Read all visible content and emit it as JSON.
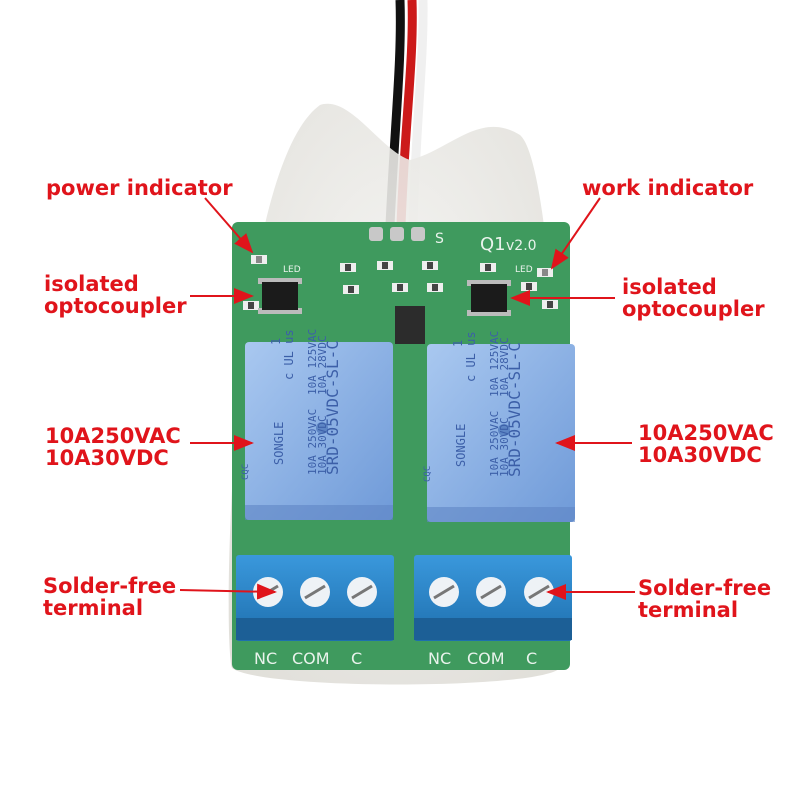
{
  "labels": {
    "power_indicator": "power indicator",
    "work_indicator": "work indicator",
    "optocoupler_left": [
      "isolated",
      "optocoupler"
    ],
    "optocoupler_right": [
      "isolated",
      "optocoupler"
    ],
    "rating_left": [
      "10A250VAC",
      "10A30VDC"
    ],
    "rating_right": [
      "10A250VAC",
      "10A30VDC"
    ],
    "terminal_left": [
      "Solder-free",
      "terminal"
    ],
    "terminal_right": [
      "Solder-free",
      "terminal"
    ]
  },
  "board": {
    "model": "Q1",
    "version": "v2.0",
    "silk_s": "S",
    "silk_led": "LED",
    "terminal_marks": [
      "NC",
      "COM",
      "C"
    ]
  },
  "relay": {
    "brand": "SONGLE",
    "model": "SRD-05VDC-SL-C",
    "ratings": [
      "10A 250VAC",
      "10A 125VAC",
      "10A 30VDC",
      "10A 28VDC"
    ],
    "cert": "c UL us",
    "cqc": "CQC",
    "number": "1"
  },
  "colors": {
    "label": "#e0141b",
    "pcb": "#3f9a5e",
    "relay": "#8ab4e8",
    "terminal": "#2a86c9",
    "wire_black": "#111111",
    "wire_red": "#cc1a1a",
    "wire_white": "#f4f4f4"
  }
}
